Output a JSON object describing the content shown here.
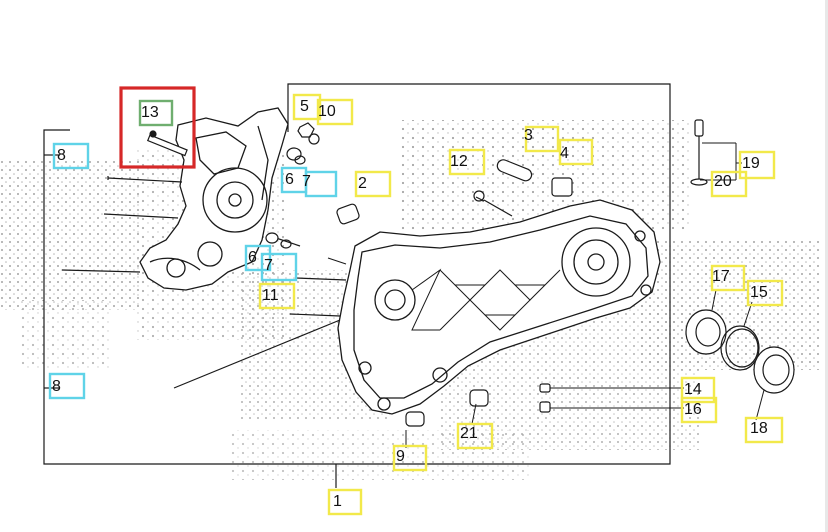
{
  "colors": {
    "highlight_yellow": "#f2e94a",
    "highlight_cyan": "#5fd3e8",
    "highlight_green": "#6fae6f",
    "selection_red": "#d62828",
    "line": "#1a1a1a",
    "dots": "#8a8a8a"
  },
  "callouts": [
    {
      "id": "c1",
      "label": "1",
      "tag": "yellow"
    },
    {
      "id": "c2",
      "label": "2",
      "tag": "yellow"
    },
    {
      "id": "c3",
      "label": "3",
      "tag": "yellow"
    },
    {
      "id": "c4",
      "label": "4",
      "tag": "yellow"
    },
    {
      "id": "c5",
      "label": "5",
      "tag": "yellow"
    },
    {
      "id": "c6a",
      "label": "6",
      "tag": "cyan"
    },
    {
      "id": "c6b",
      "label": "6",
      "tag": "cyan"
    },
    {
      "id": "c7a",
      "label": "7",
      "tag": "cyan"
    },
    {
      "id": "c7b",
      "label": "7",
      "tag": "cyan"
    },
    {
      "id": "c8a",
      "label": "8",
      "tag": "cyan"
    },
    {
      "id": "c8b",
      "label": "8",
      "tag": "cyan"
    },
    {
      "id": "c9",
      "label": "9",
      "tag": "yellow"
    },
    {
      "id": "c10",
      "label": "10",
      "tag": "yellow"
    },
    {
      "id": "c11",
      "label": "11",
      "tag": "yellow"
    },
    {
      "id": "c12",
      "label": "12",
      "tag": "yellow"
    },
    {
      "id": "c13",
      "label": "13",
      "tag": "green",
      "selected": true
    },
    {
      "id": "c14",
      "label": "14",
      "tag": "yellow"
    },
    {
      "id": "c15",
      "label": "15",
      "tag": "yellow"
    },
    {
      "id": "c16",
      "label": "16",
      "tag": "yellow"
    },
    {
      "id": "c17",
      "label": "17",
      "tag": "yellow"
    },
    {
      "id": "c18",
      "label": "18",
      "tag": "yellow"
    },
    {
      "id": "c19",
      "label": "19",
      "tag": "yellow"
    },
    {
      "id": "c20",
      "label": "20",
      "tag": "yellow"
    },
    {
      "id": "c21",
      "label": "21",
      "tag": "yellow"
    }
  ]
}
